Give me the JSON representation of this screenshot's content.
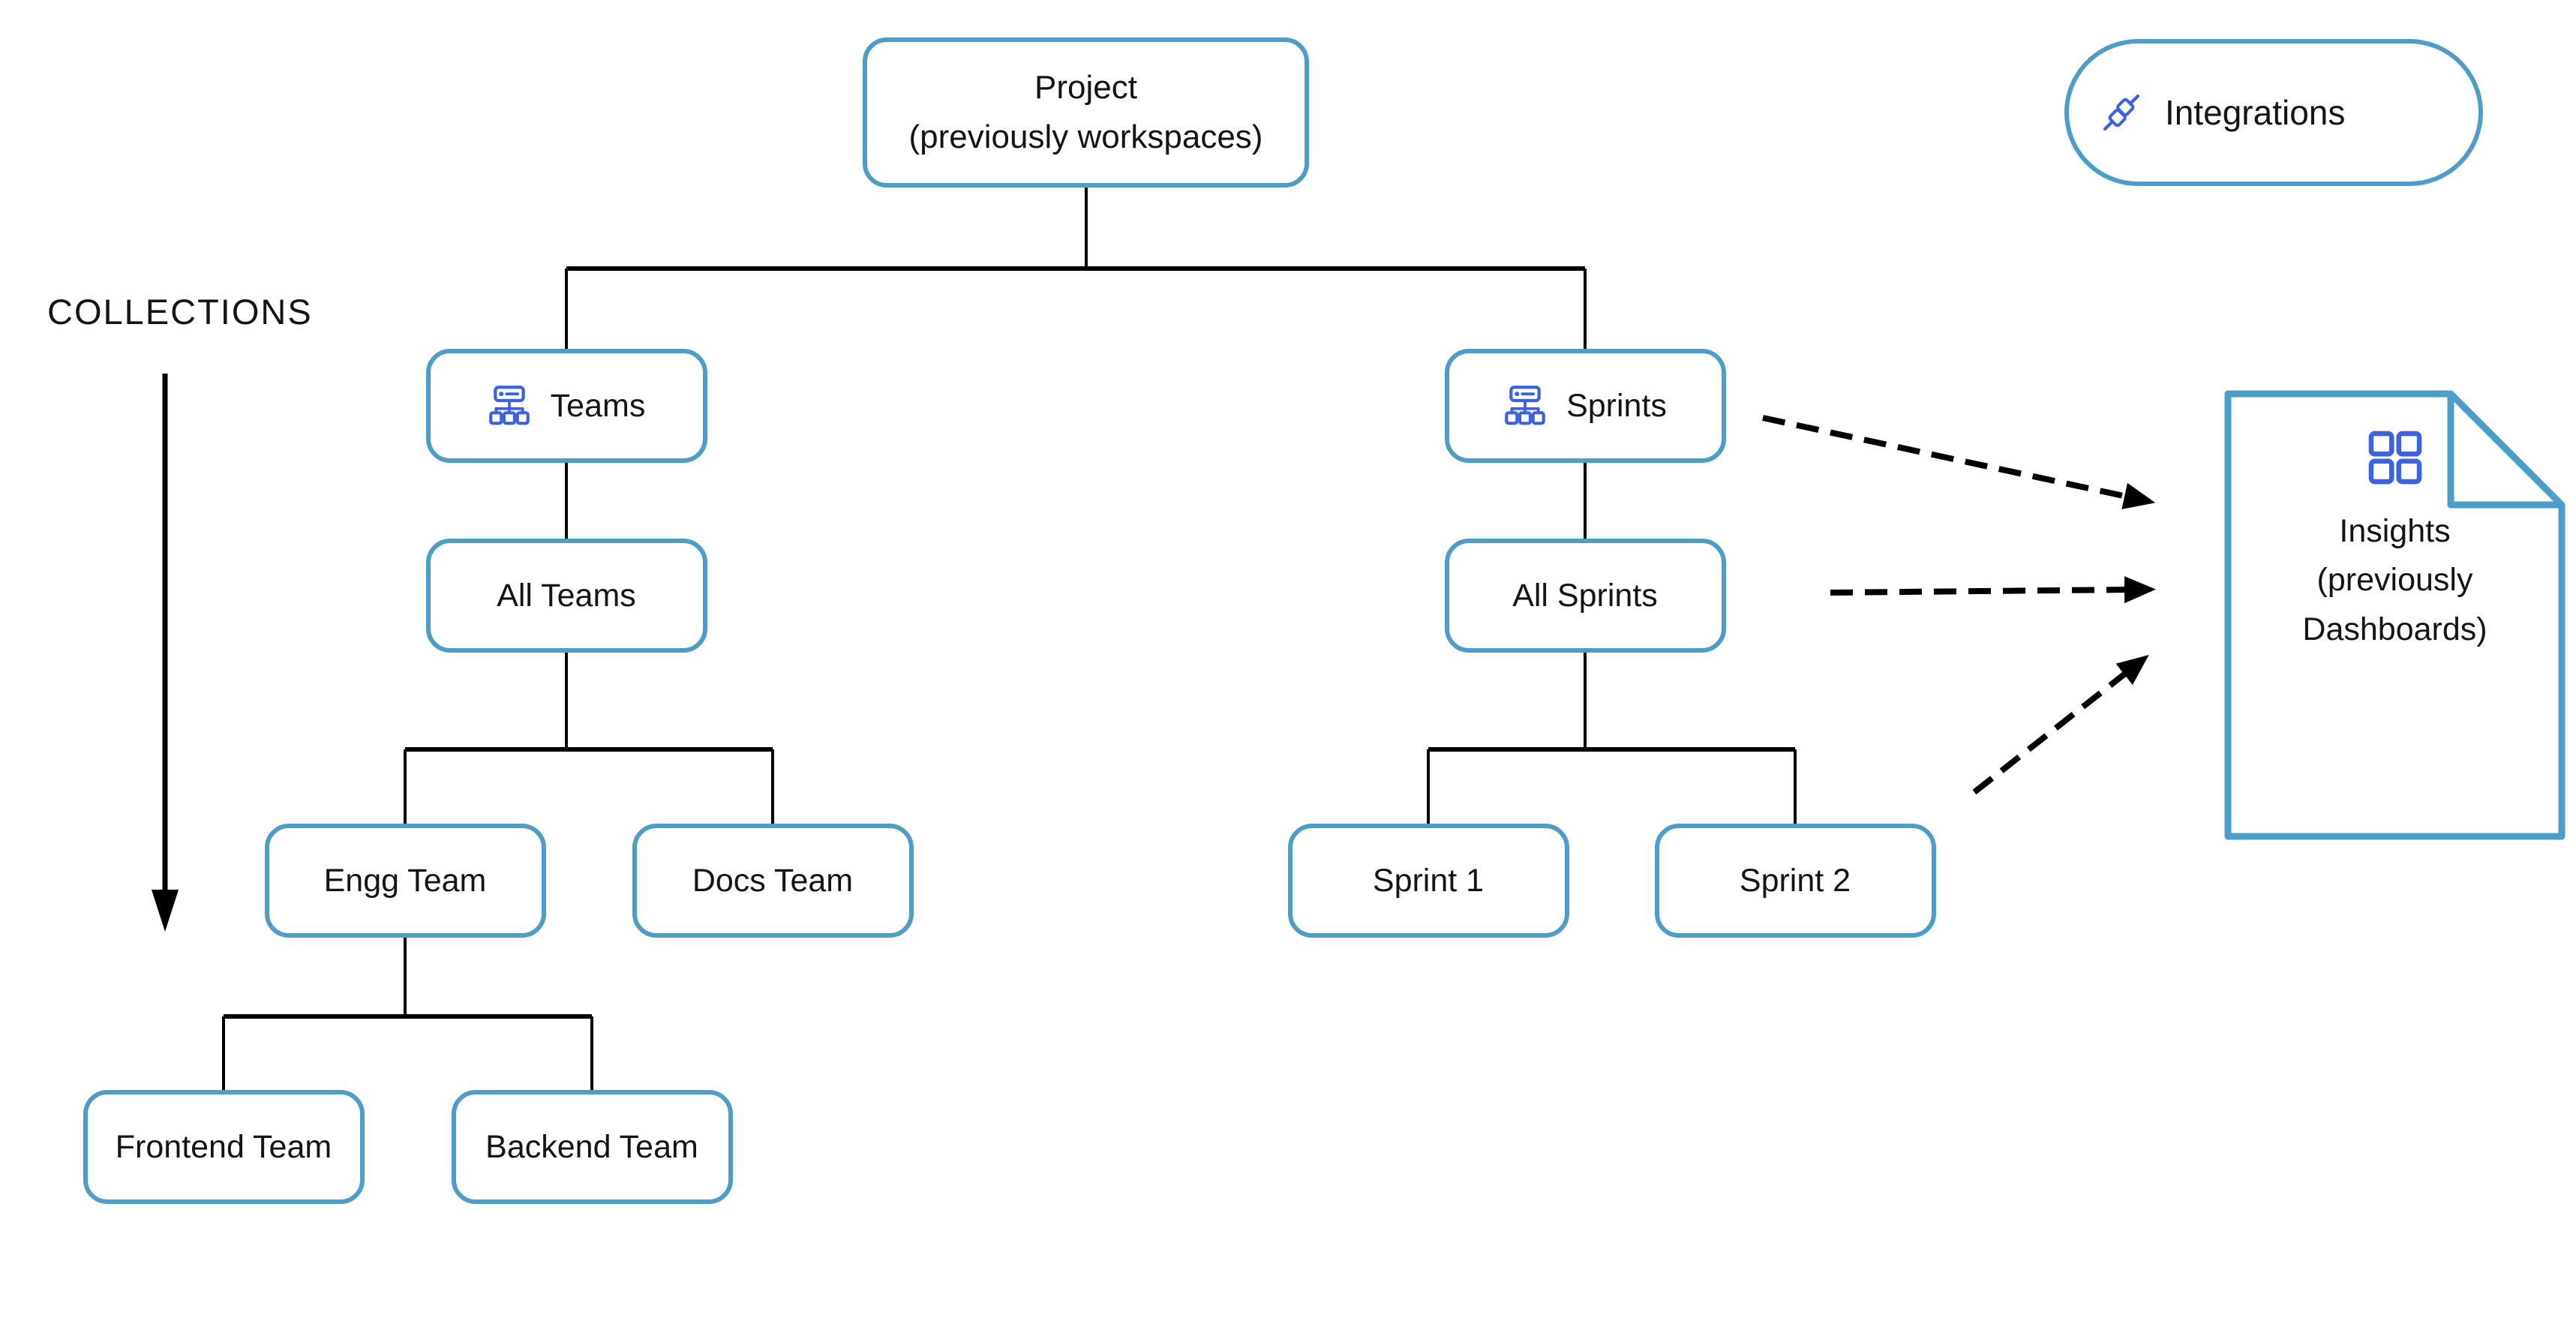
{
  "diagram": {
    "collections_label": "COLLECTIONS",
    "nodes": {
      "project": {
        "label": "Project\n(previously workspaces)"
      },
      "integrations": {
        "label": "Integrations",
        "icon": "integrations-icon"
      },
      "teams": {
        "label": "Teams",
        "icon": "org-chart-icon"
      },
      "all_teams": {
        "label": "All Teams"
      },
      "engg_team": {
        "label": "Engg Team"
      },
      "docs_team": {
        "label": "Docs Team"
      },
      "frontend_team": {
        "label": "Frontend Team"
      },
      "backend_team": {
        "label": "Backend Team"
      },
      "sprints": {
        "label": "Sprints",
        "icon": "org-chart-icon"
      },
      "all_sprints": {
        "label": "All Sprints"
      },
      "sprint_1": {
        "label": "Sprint 1"
      },
      "sprint_2": {
        "label": "Sprint 2"
      },
      "insights": {
        "label": "Insights\n(previously\nDashboards)",
        "icon": "grid-icon"
      }
    },
    "colors": {
      "box_border": "#4E9DC9",
      "icon_blue": "#3C62E0",
      "connector": "#000000",
      "text": "#141414"
    }
  }
}
